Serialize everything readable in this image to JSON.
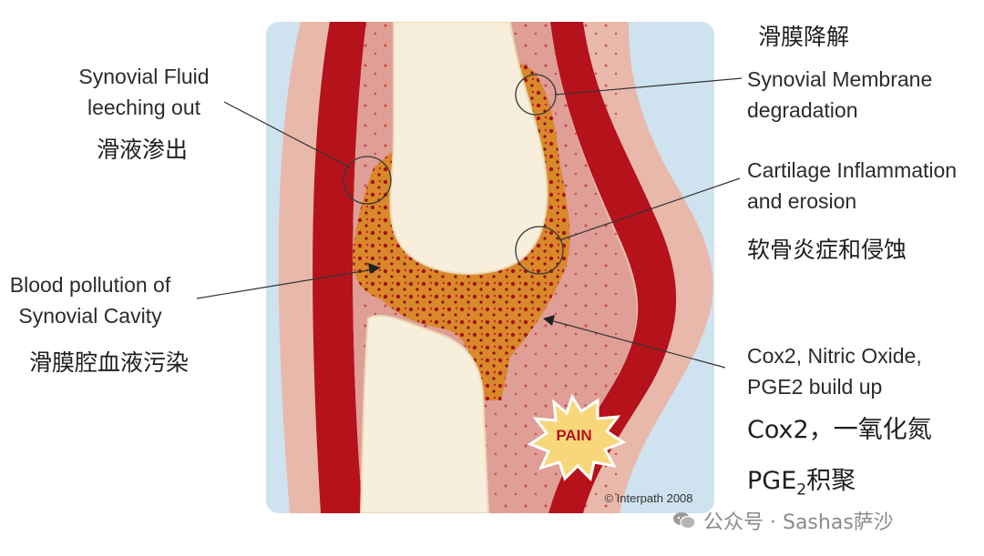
{
  "labels": {
    "synovial_fluid_en": [
      "Synovial Fluid",
      "leeching out"
    ],
    "synovial_fluid_zh": "滑液渗出",
    "membrane_zh": "滑膜降解",
    "membrane_en": [
      "Synovial Membrane",
      "degradation"
    ],
    "cartilage_en": [
      "Cartilage Inflammation",
      "and erosion"
    ],
    "cartilage_zh": "软骨炎症和侵蚀",
    "blood_en": [
      "Blood pollution of",
      "Synovial Cavity"
    ],
    "blood_zh": "滑膜腔血液污染",
    "cox_en": [
      "Cox2, Nitric Oxide,",
      "PGE2 build up"
    ],
    "cox_zh": "Cox2，一氧化氮",
    "pge_zh_prefix": "PGE",
    "pge_zh_sub": "2",
    "pge_zh_suffix": "积聚",
    "pain": "PAIN",
    "copyright": "© Interpath 2008",
    "watermark": "公众号 · Sashas萨沙"
  },
  "colors": {
    "panel_bg": "#cfe2ef",
    "outer_tissue": "#e8b8ab",
    "muscle_red": "#b5121b",
    "pink_layer": "#df9e96",
    "bone": "#f7eedb",
    "cavity_orange": "#d9892a",
    "pain_yellow": "#f7d77a"
  }
}
